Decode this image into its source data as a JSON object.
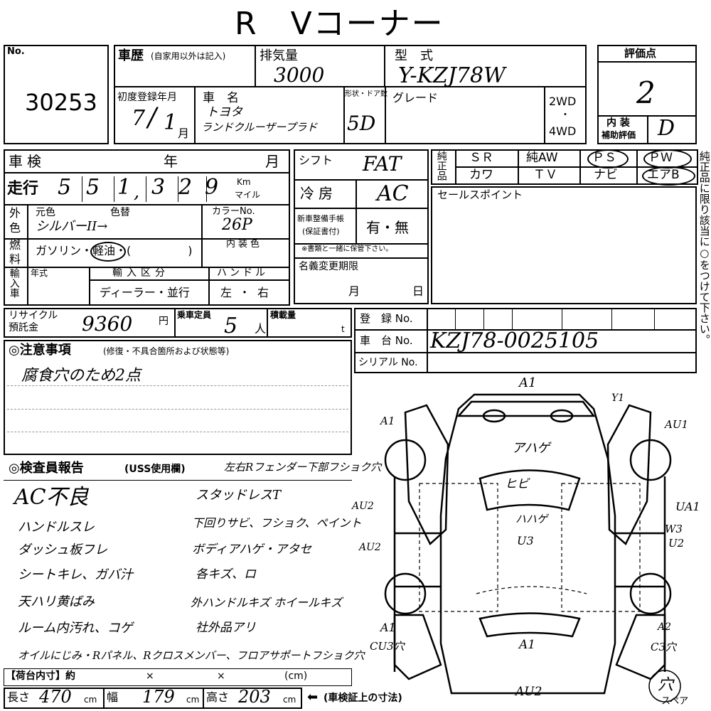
{
  "title": "R　Vコーナー",
  "header": {
    "no_label": "No.",
    "no_value": "30253",
    "history_label": "車歴",
    "history_note": "(自家用以外は記入)",
    "displacement_label": "排気量",
    "displacement_value": "3000",
    "model_label": "型　式",
    "model_value": "Y-KZJ78W",
    "rating_label": "評価点",
    "rating_value": "2",
    "first_reg_label": "初度登録年月",
    "first_reg_year": "7",
    "first_reg_sep": "/",
    "first_reg_month": "1",
    "first_reg_unit": "月",
    "carname_label": "車　名",
    "carname_maker": "トヨタ",
    "carname_model": "ランドクルーザープラド",
    "doors_label": "形状・ドア数",
    "doors_value": "5D",
    "grade_label": "グレード",
    "drive_2wd": "2WD",
    "drive_dot": "・",
    "drive_4wd": "4WD",
    "interior_label1": "内 装",
    "interior_label2": "補助評価",
    "interior_value": "D"
  },
  "left": {
    "inspection_label": "車検",
    "inspection_year": "年",
    "inspection_month": "月",
    "mileage_label": "走行",
    "mileage_digits": [
      "5",
      "5",
      "1",
      "3",
      "2",
      "9"
    ],
    "mileage_comma": ",",
    "mileage_unit_km": "Km",
    "mileage_unit_mile": "マイル",
    "outer_color_label1": "外",
    "outer_color_label2": "色",
    "original_color_label": "元色",
    "repaint_label": "色替",
    "color_value": "シルバーII→",
    "color_no_label": "カラーNo.",
    "color_no_value": "26P",
    "fuel_label1": "燃",
    "fuel_label2": "料",
    "fuel_options": "ガソリン・軽油・(　　　　　)",
    "interior_color_label": "内装色",
    "import_label": "輸入車",
    "year_type_label": "年式",
    "import_class_label": "輸入区分",
    "import_class_options": "ディーラー・並行",
    "handle_label": "ハンドル",
    "handle_options": "左・右"
  },
  "mid": {
    "shift_label": "シフト",
    "shift_value": "FAT",
    "ac_label": "冷房",
    "ac_value": "AC",
    "manual_label1": "新車整備手帳",
    "manual_label2": "(保証書付)",
    "manual_value": "有・無",
    "manual_note": "※書類と一緒に保管下さい。",
    "name_change_label": "名義変更期限",
    "name_change_month": "月",
    "name_change_day": "日"
  },
  "options": {
    "genuine_label": "純正品",
    "items": [
      "ＳＲ",
      "純AW",
      "ＰＳ",
      "ＰＷ",
      "カワ",
      "ＴＶ",
      "ナビ",
      "エアB"
    ],
    "side_note": "純正品に限り該当に○をつけて下さい。"
  },
  "sales_point_label": "セールスポイント",
  "recycle": {
    "label1": "リサイクル",
    "label2": "預託金",
    "value": "9360",
    "unit": "円",
    "capacity_label": "乗車定員",
    "capacity_value": "5",
    "capacity_unit": "人",
    "load_label": "積載量",
    "load_unit": "t"
  },
  "registration": {
    "reg_label": "登　録 No.",
    "chassis_label": "車　台 No.",
    "chassis_value": "KZJ78-0025105",
    "serial_label": "シリアル No."
  },
  "notes": {
    "label": "◎注意事項",
    "sub": "(修復・不具合箇所および状態等)",
    "line1": "腐食穴のため2点"
  },
  "inspector": {
    "label": "◎検査員報告",
    "sub": "(USS使用欄)",
    "top_note": "左右Rフェンダー下部フショク穴",
    "left_lines": [
      "AC不良",
      "ハンドルスレ",
      "ダッシュ板フレ",
      "シートキレ、ガバ汁",
      "天ハリ黄ばみ",
      "ルーム内汚れ、コゲ",
      "オイルにじみ・Rパネル、Rクロスメンバー、フロアサポートフショク穴"
    ],
    "right_lines": [
      "スタッドレスT",
      "下回りサビ、フショク、ペイント",
      "ボディアハゲ・アタセ",
      "各キズ、ロ",
      "外ハンドルキズ ホイールキズ",
      "社外品アリ"
    ]
  },
  "diagram": {
    "labels": [
      "A1",
      "Y1",
      "A1",
      "AU1",
      "アハゲ",
      "ヒビ",
      "AU2",
      "ハハゲ",
      "U3",
      "UA1",
      "AU2",
      "W3",
      "U2",
      "A1",
      "A2",
      "CU3穴",
      "A1",
      "C3穴",
      "AU2"
    ],
    "spare_symbol": "穴",
    "spare_label": "スペア"
  },
  "dimensions": {
    "cargo_label": "【荷台内寸】約",
    "cargo_x1": "×",
    "cargo_x2": "×",
    "cargo_unit": "(cm)",
    "length_label": "長さ",
    "length_value": "470",
    "width_label": "幅",
    "width_value": "179",
    "height_label": "高さ",
    "height_value": "203",
    "unit_cm": "cm",
    "arrow": "⬅",
    "ref_note": "(車検証上の寸法)"
  }
}
